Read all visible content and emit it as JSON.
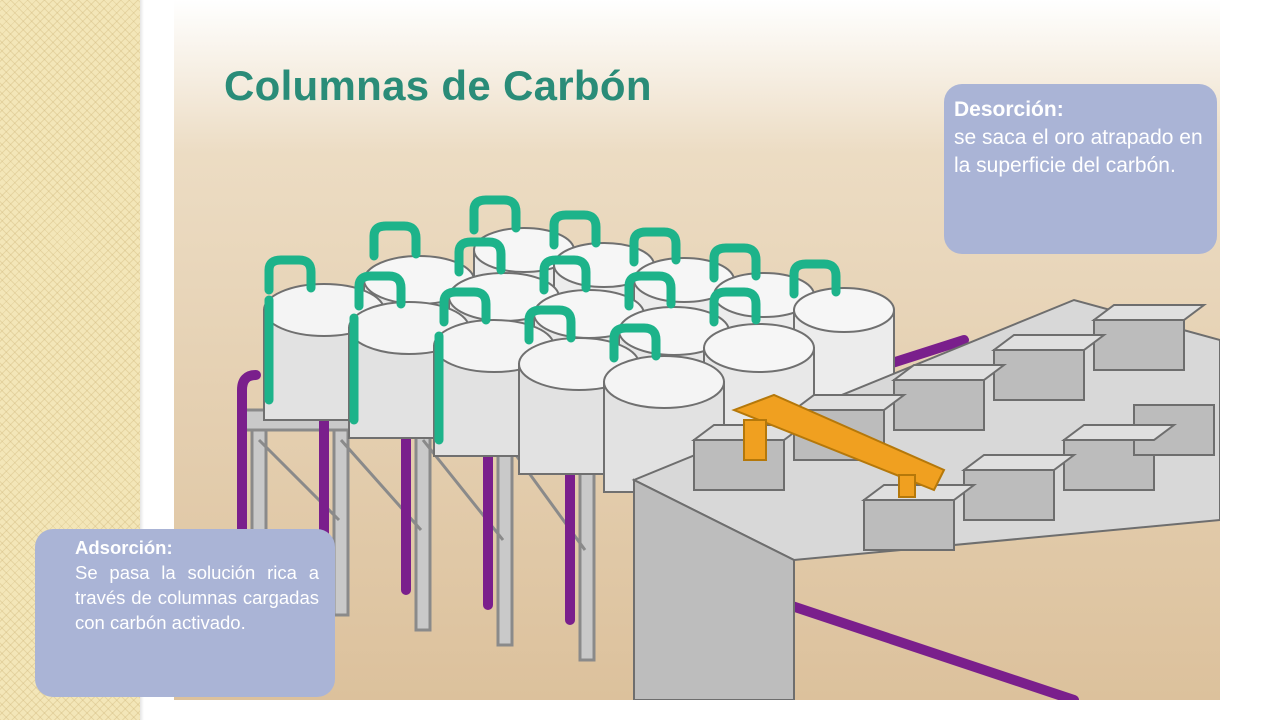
{
  "slide": {
    "title": "Columnas de Carbón"
  },
  "callouts": {
    "desorcion": {
      "title": "Desorción:",
      "body": "se saca el oro atrapado en la superficie del carbón."
    },
    "adsorcion": {
      "title": "Adsorción:",
      "body": "Se pasa la solución rica a través de columnas cargadas con carbón activado."
    }
  },
  "colors": {
    "title": "#2a8c78",
    "callout_bg": "#aab4d6",
    "pipe_green": "#1db38a",
    "pipe_purple": "#7a1f8c",
    "crane_orange": "#f0a020",
    "ground": "#e6cfae"
  }
}
